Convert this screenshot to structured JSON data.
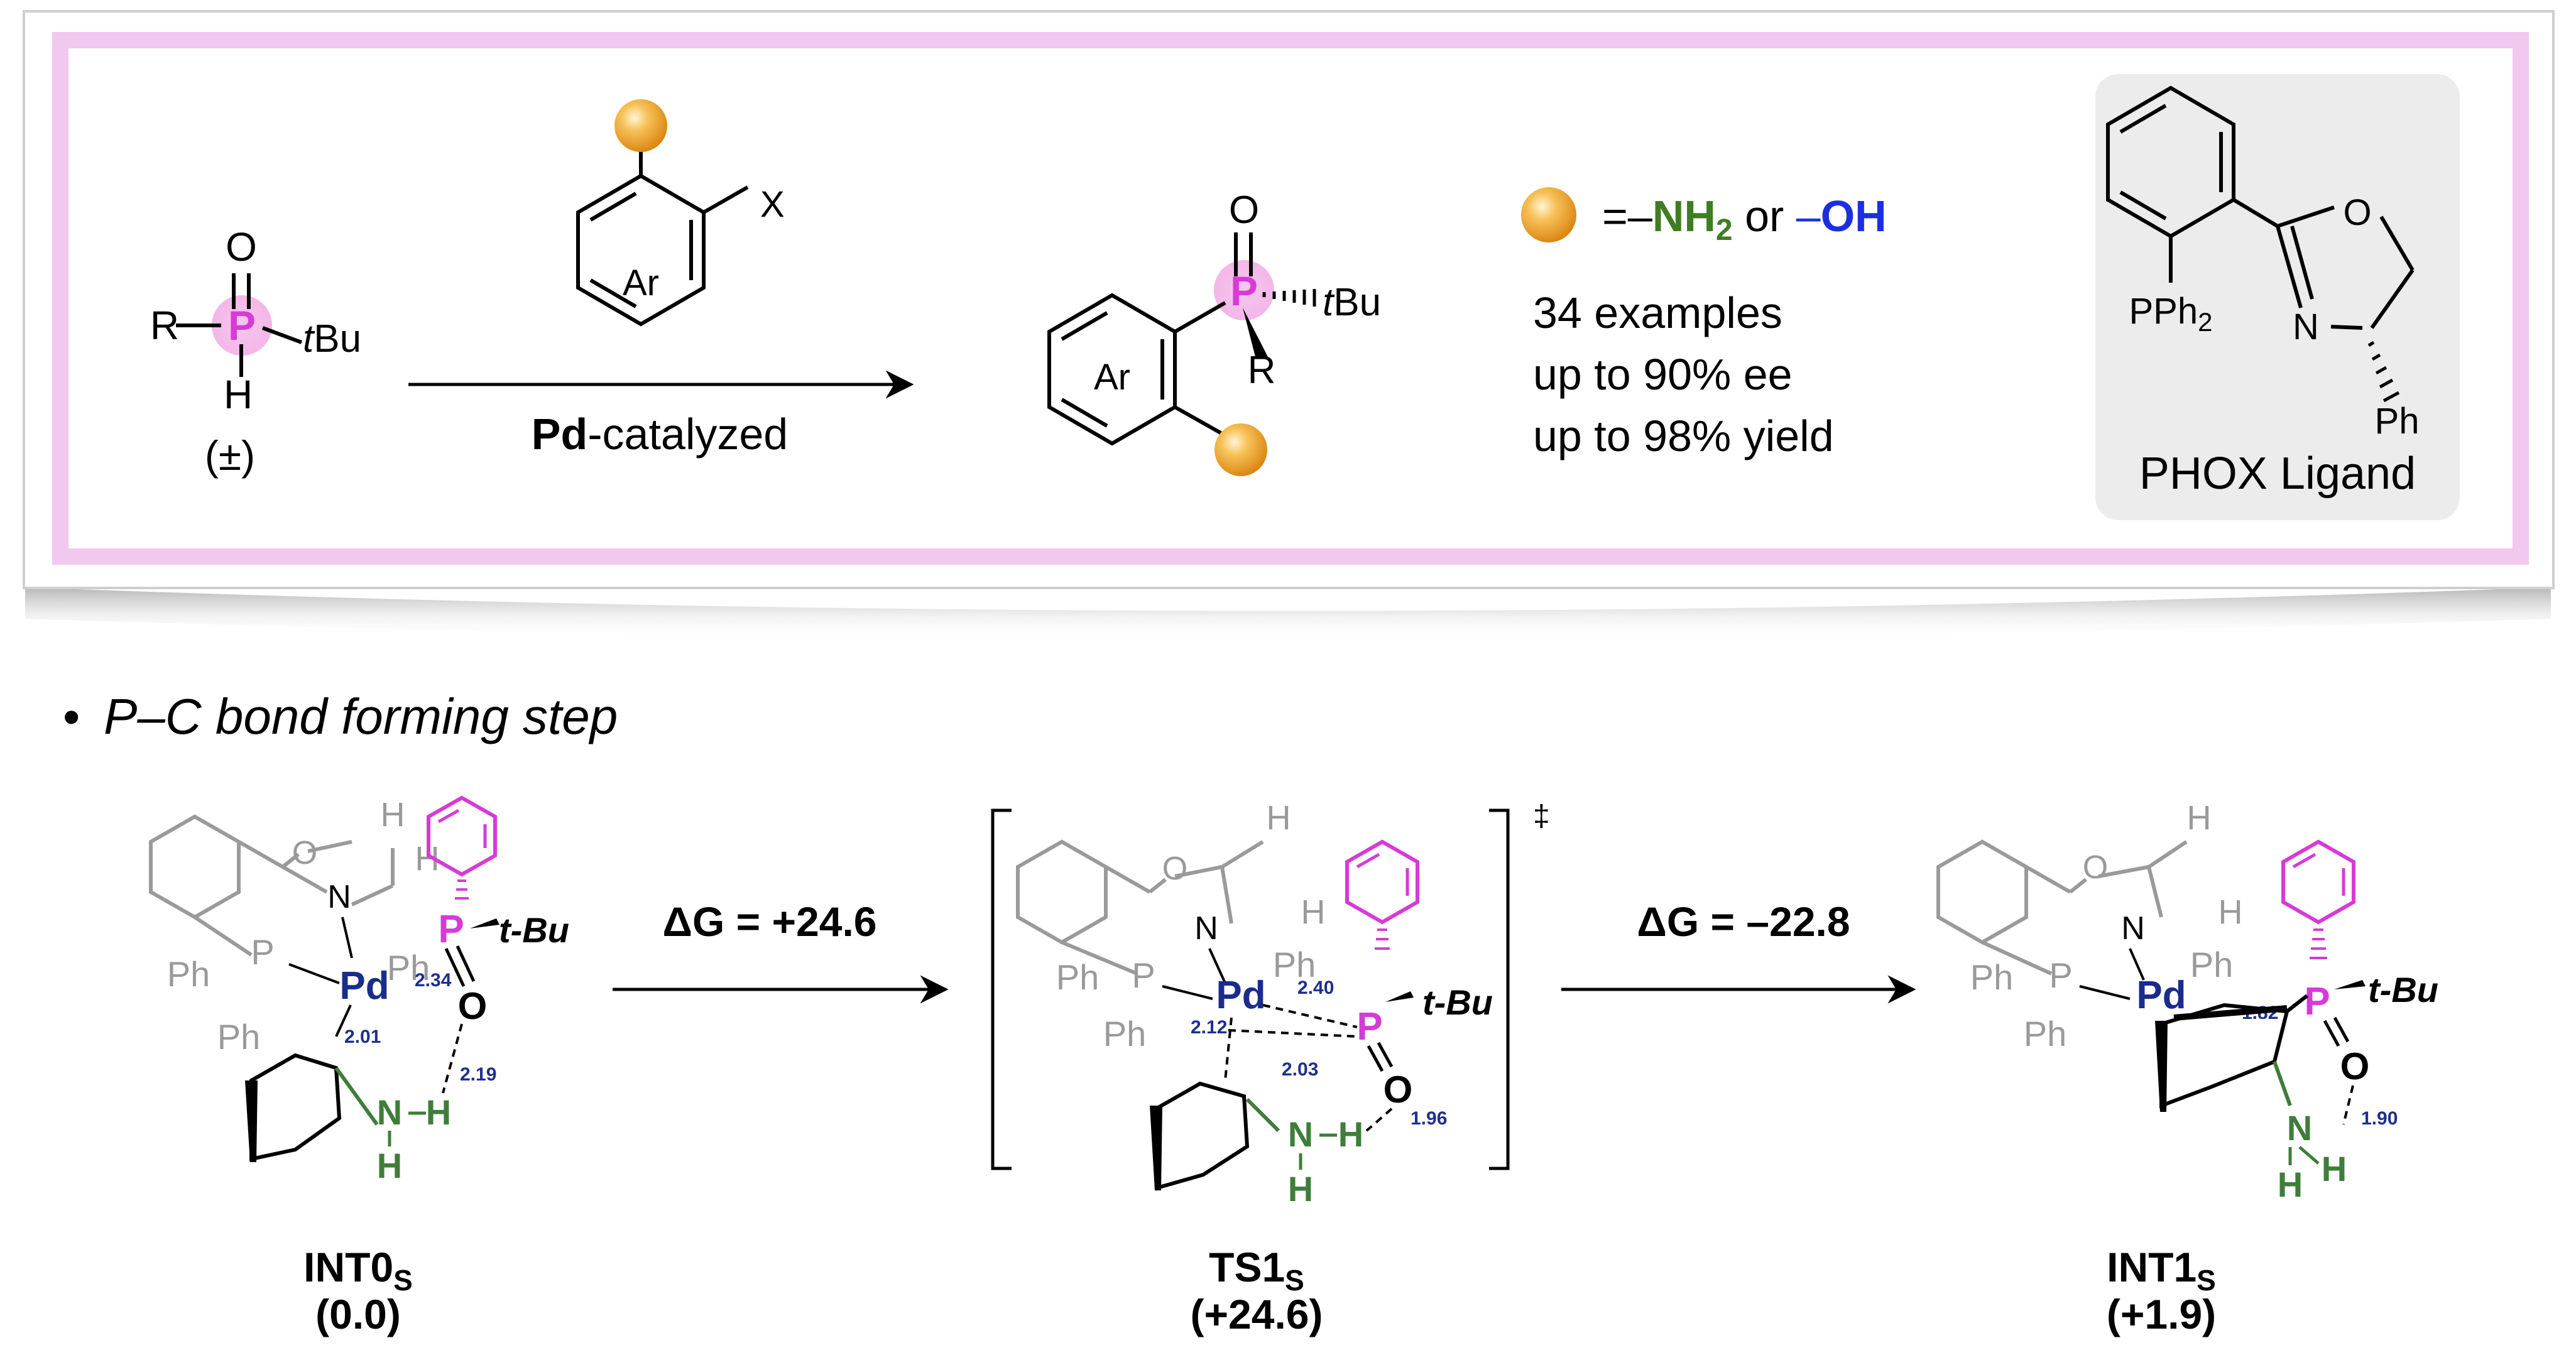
{
  "scheme": {
    "reactant": {
      "O": "O",
      "R": "R",
      "P": "P",
      "tBu_t": "t",
      "tBu_rest": "Bu",
      "H": "H",
      "racemic": "(±)"
    },
    "arene": {
      "ar": "Ar",
      "X": "X"
    },
    "arrow_label_bold": "Pd",
    "arrow_label_rest": "-catalyzed",
    "product": {
      "O": "O",
      "P": "P",
      "tBu_t": "t",
      "tBu_rest": "Bu",
      "ar": "Ar",
      "R": "R"
    },
    "legend": {
      "eq": "=–",
      "nh2": "NH",
      "nh2_sub": "2",
      "or": " or ",
      "dash": "–",
      "oh": "OH"
    },
    "stats": [
      "34 examples",
      "up to 90% ee",
      "up to 98% yield"
    ],
    "ligand": {
      "pph2": "PPh",
      "pph2_sub": "2",
      "O": "O",
      "N": "N",
      "Ph": "Ph",
      "caption": "PHOX Ligand"
    }
  },
  "step_title": "P–C bond forming step",
  "bullet": "•",
  "structures": [
    {
      "name": "INT0",
      "sub": "S",
      "energy": "(0.0)",
      "labels": {
        "O": "O",
        "N": "N",
        "P1": "P",
        "Ph1": "Ph",
        "Ph2": "Ph",
        "Ph3": "Ph",
        "H1": "H",
        "H2": "H",
        "Pd": "Pd",
        "P2": "P",
        "tBu": "t-Bu",
        "O2": "O",
        "N2": "N",
        "H3": "H",
        "H4": "H"
      },
      "distances": [
        "2.34",
        "2.01",
        "2.19"
      ]
    },
    {
      "name": "TS1",
      "sub": "S",
      "energy": "(+24.6)",
      "labels": {
        "O": "O",
        "N": "N",
        "P1": "P",
        "Ph1": "Ph",
        "Ph2": "Ph",
        "Ph3": "Ph",
        "H1": "H",
        "H2": "H",
        "Pd": "Pd",
        "P2": "P",
        "tBu": "t-Bu",
        "O2": "O",
        "N2": "N",
        "H3": "H",
        "H4": "H",
        "dagger": "‡"
      },
      "distances": [
        "2.40",
        "2.12",
        "2.03",
        "1.96"
      ]
    },
    {
      "name": "INT1",
      "sub": "S",
      "energy": "(+1.9)",
      "labels": {
        "O": "O",
        "N": "N",
        "P1": "P",
        "Ph1": "Ph",
        "Ph2": "Ph",
        "Ph3": "Ph",
        "H1": "H",
        "H2": "H",
        "Pd": "Pd",
        "P2": "P",
        "tBu": "t-Bu",
        "O2": "O",
        "N2": "N",
        "H3": "H",
        "H4": "H"
      },
      "distances": [
        "1.82",
        "1.90"
      ]
    }
  ],
  "arrows": [
    {
      "dg": "ΔG = +24.6"
    },
    {
      "dg": "ΔG = –22.8"
    }
  ],
  "colors": {
    "phosphorus": "#d63bd6",
    "phosphorus_halo": "#f6c8ee",
    "nitrogen_h": "#3f7d3a",
    "palladium": "#1a2c8c",
    "distance": "#1f2f8f",
    "gray": "#9a9a9a",
    "frame": "#f0c8f0",
    "oh": "#1b2fe0",
    "nh2": "#3f7d22",
    "ball": "#f2a42a"
  }
}
